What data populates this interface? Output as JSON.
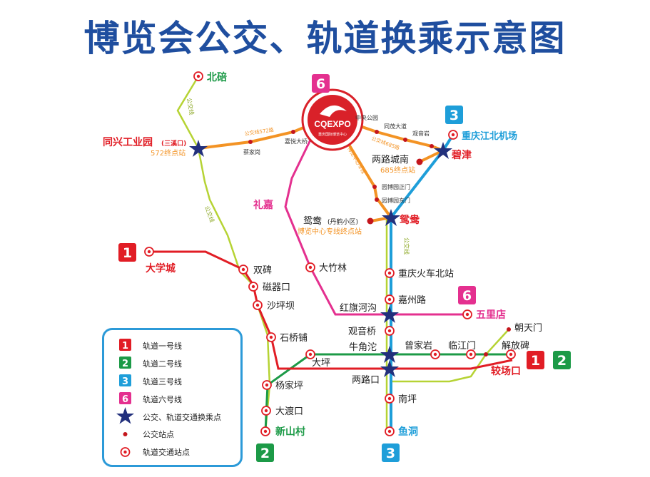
{
  "title": "博览会公交、轨道换乘示意图",
  "colors": {
    "line1": "#e11d25",
    "line2": "#1c9a47",
    "line3": "#1e9ed9",
    "line6": "#e4308f",
    "bus572": "#f39324",
    "bus685": "#f39324",
    "bus_other": "#b6d334",
    "title": "#1f4e9f",
    "star": "#22307c"
  },
  "expo_logo": {
    "text": "CQEXPO",
    "sub": "重庆国际博览中心"
  },
  "line_badges": {
    "l1": "1",
    "l2": "2",
    "l3": "3",
    "l6": "6"
  },
  "bus_labels": {
    "bus572": "公交线572路",
    "bus685": "公交线685路",
    "bus_special": "博览中心专线",
    "bus_green_a": "公交线",
    "bus_green_b": "公交线",
    "bus_green_c": "公交线"
  },
  "stations": {
    "beibei": "北碚",
    "tongxing": "同兴工业园",
    "tongxing_sub": "(三溪口)",
    "tongxing_note": "572终点站",
    "caijiagang": "蔡家岗",
    "jiayuedaqiao": "嘉悦大桥",
    "zhongyanggongyuan": "中央公园",
    "tongmaodadao": "同茂大道",
    "guanyinyan": "观音岩",
    "airport": "重庆江北机场",
    "bijin": "碧津",
    "lianglu_chengnan": "两路城南",
    "lianglu_note": "685终点站",
    "yuanboyuan_zheng": "园博园正门",
    "yuanboyuan_dong": "园博园东门",
    "yuanyang": "鸳鸯",
    "yuanyang_district": "鸳鸯",
    "yuanyang_district_sub": "(丹鹤小区)",
    "special_terminal": "博览中心专线终点站",
    "lijia": "礼嘉",
    "daxuecheng": "大学城",
    "shuangbei": "双碑",
    "ciqikou": "磁器口",
    "shapingba": "沙坪坝",
    "shiqiaopu": "石桥铺",
    "yangjiaping": "杨家坪",
    "daduko": "大渡口",
    "xinshancun": "新山村",
    "dazhulin": "大竹林",
    "chongqing_north": "重庆火车北站",
    "jiazhoulu": "嘉州路",
    "hongqihegou": "红旗河沟",
    "wulidian": "五里店",
    "guanyinqiao": "观音桥",
    "niujiaotuo": "牛角沱",
    "zengjiayan": "曾家岩",
    "linjiangmen": "临江门",
    "jiefangbei": "解放碑",
    "chaotianmen": "朝天门",
    "daping": "大坪",
    "lianglukou": "两路口",
    "jiaochangkou": "较场口",
    "nanping": "南坪",
    "yudong": "鱼洞"
  },
  "legend": {
    "items": [
      {
        "badge": "1",
        "label": "轨道一号线",
        "color": "#e11d25"
      },
      {
        "badge": "2",
        "label": "轨道二号线",
        "color": "#1c9a47"
      },
      {
        "badge": "3",
        "label": "轨道三号线",
        "color": "#1e9ed9"
      },
      {
        "badge": "6",
        "label": "轨道六号线",
        "color": "#e4308f"
      },
      {
        "badge": "star",
        "label": "公交、轨道交通换乘点"
      },
      {
        "badge": "dot",
        "label": "公交站点"
      },
      {
        "badge": "ring",
        "label": "轨道交通站点"
      }
    ]
  }
}
